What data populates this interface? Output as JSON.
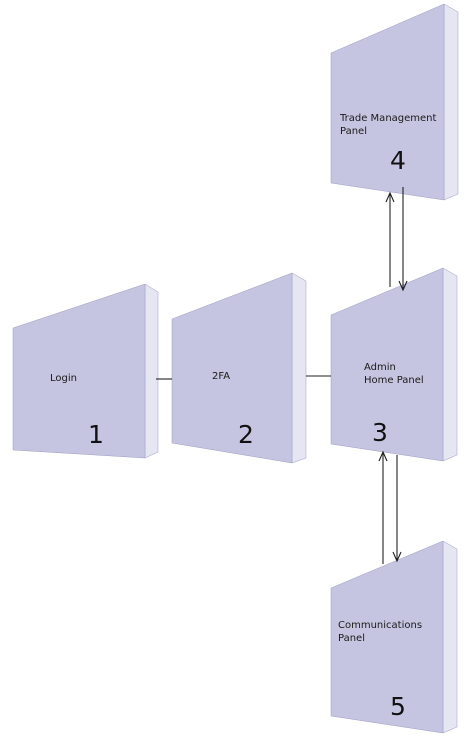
{
  "colors": {
    "face": "#c5c5e1",
    "side": "#e6e6f3",
    "edge": "#9c9cc4",
    "connector": "#222222"
  },
  "nodes": [
    {
      "id": "login",
      "label": "Login",
      "number": "1"
    },
    {
      "id": "2fa",
      "label": "2FA",
      "number": "2"
    },
    {
      "id": "admin",
      "label": "Admin\nHome Panel",
      "number": "3"
    },
    {
      "id": "trade",
      "label": "Trade Management\nPanel",
      "number": "4"
    },
    {
      "id": "comms",
      "label": "Communications\nPanel",
      "number": "5"
    }
  ]
}
